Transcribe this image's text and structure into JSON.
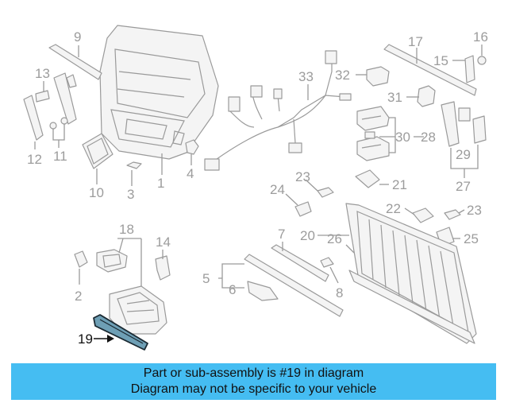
{
  "callouts": {
    "c1": "1",
    "c2": "2",
    "c3": "3",
    "c4": "4",
    "c5": "5",
    "c6": "6",
    "c7": "7",
    "c8": "8",
    "c9": "9",
    "c10": "10",
    "c11": "11",
    "c12": "12",
    "c13": "13",
    "c14": "14",
    "c15": "15",
    "c16": "16",
    "c17": "17",
    "c18": "18",
    "c19": "19",
    "c20": "20",
    "c21": "21",
    "c22": "22",
    "c23a": "23",
    "c23b": "23",
    "c24": "24",
    "c25": "25",
    "c26": "26",
    "c27": "27",
    "c28": "28",
    "c29": "29",
    "c30": "30",
    "c31": "31",
    "c32": "32",
    "c33": "33"
  },
  "highlight": {
    "part_number": "19",
    "color": "#6e9fb5"
  },
  "banner": {
    "line1": "Part or sub-assembly is #19 in diagram",
    "line2": "Diagram may not be specific to your vehicle",
    "background": "#45bdf2"
  }
}
